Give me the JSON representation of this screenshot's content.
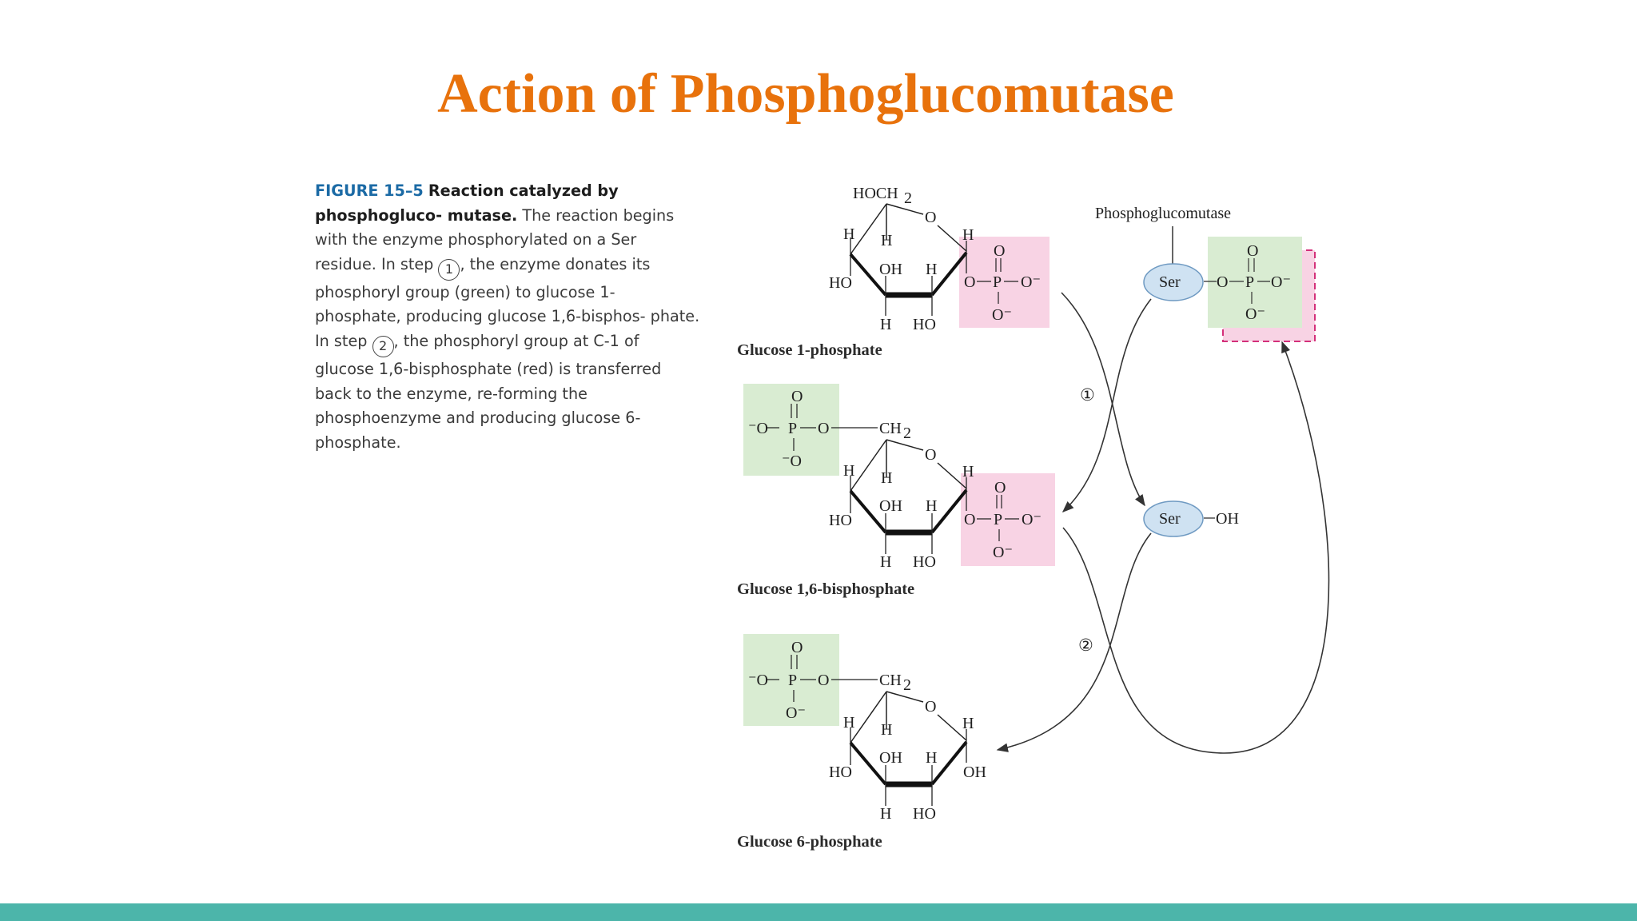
{
  "slide": {
    "title": "Action of  Phosphoglucomutase",
    "accent_color": "#e8720c",
    "bar_color": "#4cb5aa"
  },
  "caption": {
    "figure_number": "FIGURE 15–5",
    "lead": "Reaction catalyzed by phosphogluco- mutase.",
    "part1": " The reaction begins with the enzyme phosphorylated on a Ser residue. In step ",
    "step1": "1",
    "part2": ", the enzyme donates its phosphoryl group (green) to glucose 1-phosphate, producing glucose 1,6-bisphos- phate. In step ",
    "step2": "2",
    "part3": ", the phosphoryl group at C-1 of glucose 1,6-bisphosphate (red) is transferred back to the enzyme, re-forming the phosphoenzyme and producing glucose 6-phosphate."
  },
  "diagram": {
    "enzyme_label": "Phosphoglucomutase",
    "molecules": [
      {
        "label": "Glucose 1-phosphate"
      },
      {
        "label": "Glucose 1,6-bisphosphate"
      },
      {
        "label": "Glucose 6-phosphate"
      }
    ],
    "steps": [
      "①",
      "②"
    ],
    "atoms": {
      "hoch2": "HOCH",
      "ch2": "CH",
      "sub2": "2",
      "o": "O",
      "h": "H",
      "oh": "OH",
      "ho": "HO",
      "p": "P",
      "o_minus": "O⁻",
      "minus_o": "⁻O",
      "ser": "Ser"
    },
    "highlight_colors": {
      "green": "#d9ecd2",
      "red": "#f8d3e4",
      "enzyme": "#cfe2f2",
      "dashed": "#d4307a"
    }
  }
}
